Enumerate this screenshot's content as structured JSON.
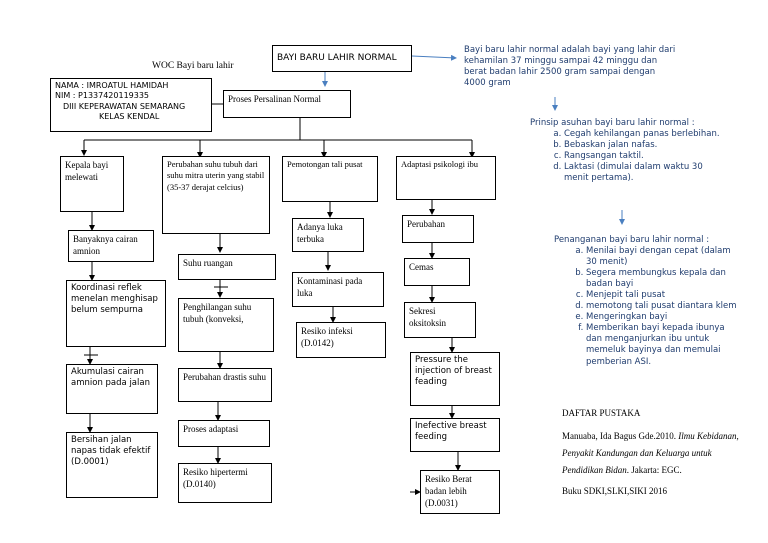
{
  "header": {
    "title_box": "BAYI BARU LAHIR NORMAL",
    "woc_title": "WOC Bayi baru lahir"
  },
  "identity": {
    "line1": "NAMA : IMROATUL HAMIDAH",
    "line2": "NIM     : P1337420119335",
    "line3": "DIII KEPERAWATAN SEMARANG",
    "line4": "KELAS KENDAL"
  },
  "definition": "Bayi baru lahir normal adalah bayi yang lahir dari kehamilan 37 minggu sampai 42 minggu dan berat badan lahir 2500 gram sampai dengan 4000 gram",
  "principles": {
    "title": "Prinsip asuhan bayi baru lahir normal :",
    "items": [
      "Cegah kehilangan panas berlebihan.",
      "Bebaskan jalan nafas.",
      "Rangsangan taktil.",
      "Laktasi (dimulai dalam waktu 30 menit pertama)."
    ]
  },
  "handling": {
    "title": "Penanganan bayi baru lahir normal :",
    "items": [
      "Menilai bayi dengan cepat (dalam 30 menit)",
      "Segera membungkus kepala dan badan bayi",
      "Menjepit tali pusat",
      "memotong tali pusat diantara klem",
      "Mengeringkan bayi",
      "Memberikan bayi kepada ibunya dan menganjurkan ibu untuk memeluk bayinya dan memulai pemberian ASI."
    ]
  },
  "bibliography": {
    "title": "DAFTAR PUSTAKA",
    "ref1_plain": "Manuaba, Ida Bagus Gde.2010. ",
    "ref1_italic": "Ilmu Kebidanan, Penyakit Kandungan dan Keluarga untuk Pendidikan Bidan",
    "ref1_end": ". Jakarta: EGC.",
    "ref2": "Buku SDKI,SLKI,SIKI 2016"
  },
  "flow": {
    "process": "Proses Persalinan Normal",
    "col1": [
      "Kepala bayi melewati",
      "Banyaknya cairan amnion",
      "Koordinasi reflek menelan menghisap belum sempurna",
      "Akumulasi cairan amnion pada jalan",
      "Bersihan jalan napas tidak efektif (D.0001)"
    ],
    "col2": [
      "Perubahan suhu tubuh dari suhu mitra uterin yang stabil (35-37 derajat celcius)",
      "Suhu ruangan",
      "Penghilangan suhu tubuh (konveksi,",
      "Perubahan drastis suhu",
      "Proses adaptasi",
      "Resiko hipertermi (D.0140)"
    ],
    "col3": [
      "Pemotongan tali pusat",
      "Adanya luka terbuka",
      "Kontaminasi pada luka",
      "Resiko infeksi (D.0142)"
    ],
    "col4": [
      "Adaptasi psikologi ibu",
      "Perubahan",
      "Cemas",
      "Sekresi oksitoksin",
      "Pressure the injection of breast feading",
      "Inefective breast feeding",
      "Resiko Berat badan lebih (D.0031)"
    ]
  }
}
